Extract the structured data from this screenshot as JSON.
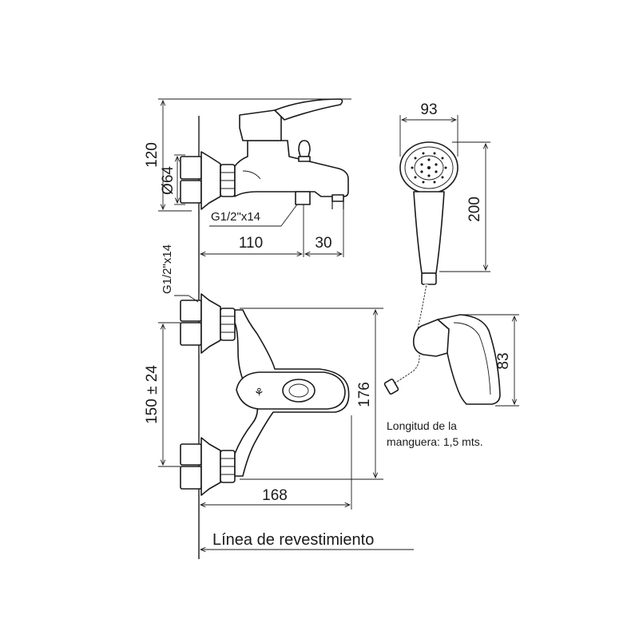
{
  "dimensions": {
    "top_height": "120",
    "inlet_diameter": "Ø64",
    "top_thread": "G1/2\"x14",
    "top_width": "110",
    "spout_offset": "30",
    "side_thread": "G1/2\"x14",
    "centers": "150 ± 24",
    "front_height": "176",
    "front_width": "168",
    "shower_diameter": "93",
    "shower_length": "200",
    "holder_height": "83"
  },
  "notes": {
    "hose_line1": "Longitud de la",
    "hose_line2": "manguera: 1,5 mts."
  },
  "labels": {
    "wall_line": "Línea de revestimiento"
  }
}
